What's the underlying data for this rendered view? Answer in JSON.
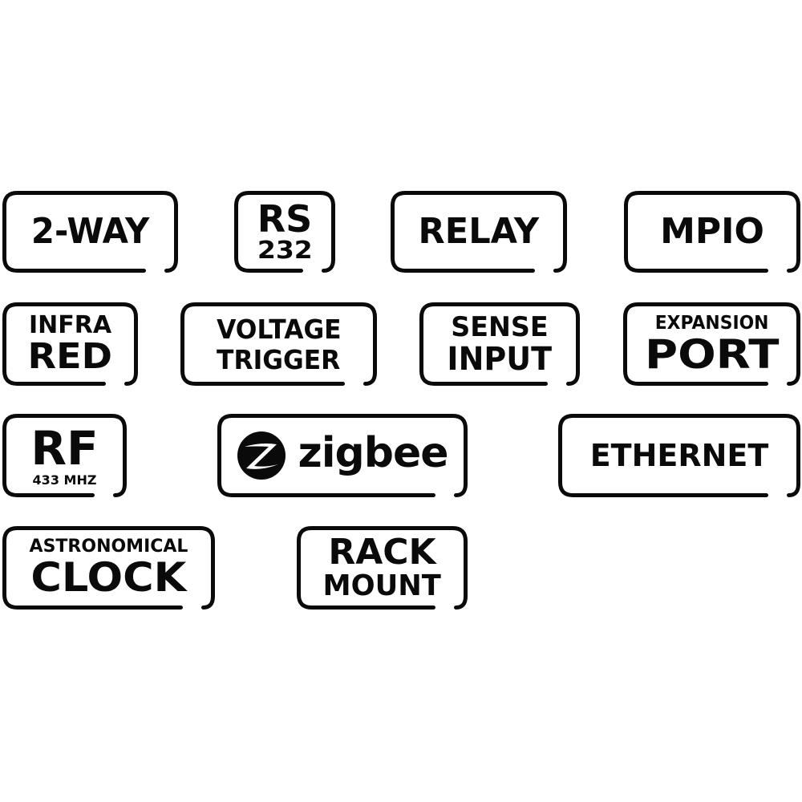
{
  "badges": [
    {
      "id": "2-way",
      "lines": [
        "2-WAY"
      ]
    },
    {
      "id": "rs232",
      "lines": [
        "RS",
        "232"
      ]
    },
    {
      "id": "relay",
      "lines": [
        "RELAY"
      ]
    },
    {
      "id": "mpio",
      "lines": [
        "MPIO"
      ]
    },
    {
      "id": "infrared",
      "lines": [
        "INFRA",
        "RED"
      ]
    },
    {
      "id": "voltage-trigger",
      "lines": [
        "VOLTAGE",
        "TRIGGER"
      ]
    },
    {
      "id": "sense-input",
      "lines": [
        "SENSE",
        "INPUT"
      ]
    },
    {
      "id": "expansion-port",
      "lines": [
        "EXPANSION",
        "PORT"
      ]
    },
    {
      "id": "rf",
      "lines": [
        "RF",
        "433 MHZ"
      ]
    },
    {
      "id": "zigbee",
      "lines": [
        "zigbee"
      ],
      "icon": "zigbee-logo-icon"
    },
    {
      "id": "ethernet",
      "lines": [
        "ETHERNET"
      ]
    },
    {
      "id": "astronomical-clock",
      "lines": [
        "ASTRONOMICAL",
        "CLOCK"
      ]
    },
    {
      "id": "rack-mount",
      "lines": [
        "RACK",
        "MOUNT"
      ]
    }
  ],
  "colors": {
    "ink": "#0a0a0a",
    "background": "#ffffff"
  }
}
